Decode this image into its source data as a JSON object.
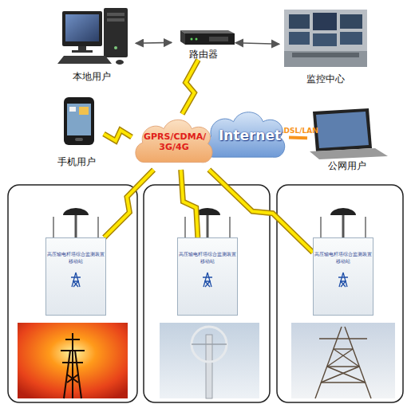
{
  "diagram": {
    "nodes": [
      {
        "text": [
          "本地用户"
        ]
      },
      {
        "text": [
          "路由器"
        ]
      },
      {
        "text": [
          "监控中心"
        ]
      },
      {
        "text": [
          "手机用户"
        ]
      },
      {
        "text": [
          "GPRS/CDMA/ 3G/4G"
        ]
      },
      {
        "text": [
          "Internet"
        ]
      },
      {
        "text": [
          "公网用户"
        ]
      },
      {
        "text": [
          "高压输电杆塔综合监测装置",
          "移动站"
        ]
      },
      {
        "text": [
          "高压输电杆塔综合监测装置",
          "移动站"
        ]
      },
      {
        "text": [
          "高压输电杆塔综合监测装置",
          "移动站"
        ]
      }
    ],
    "edges": [
      {
        "from": 0,
        "to": 1,
        "arrow": "both"
      },
      {
        "from": 1,
        "to": 2,
        "arrow": "both"
      },
      {
        "from": 1,
        "to": 4,
        "arrow": "none"
      },
      {
        "from": 3,
        "to": 4,
        "arrow": "none"
      },
      {
        "from": 5,
        "to": 6,
        "label": "ADSL/LAN",
        "arrow": "none"
      },
      {
        "from": 4,
        "to": 7,
        "arrow": "none"
      },
      {
        "from": 4,
        "to": 8,
        "arrow": "none"
      },
      {
        "from": 4,
        "to": 9,
        "arrow": "none"
      }
    ]
  }
}
